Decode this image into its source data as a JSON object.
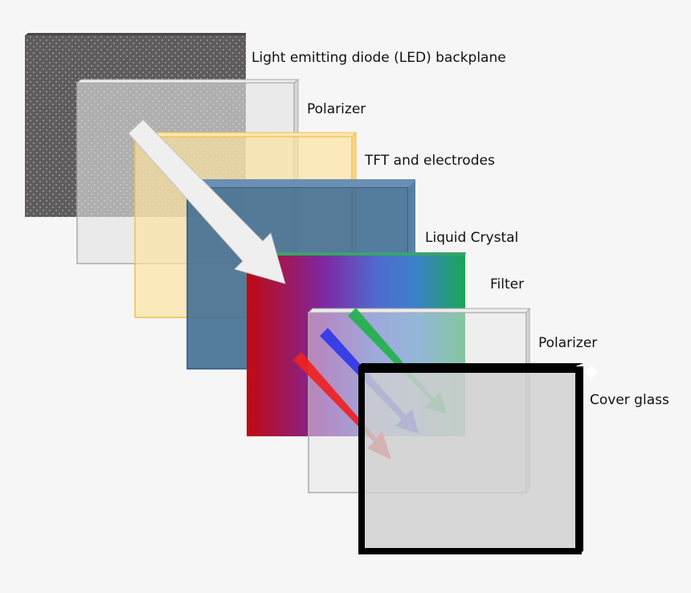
{
  "layers": [
    {
      "id": "led",
      "label": "Light emitting diode (LED) backplane"
    },
    {
      "id": "polarizer-back",
      "label": "Polarizer"
    },
    {
      "id": "tft",
      "label": "TFT and electrodes"
    },
    {
      "id": "liquid-crystal",
      "label": "Liquid Crystal"
    },
    {
      "id": "filter",
      "label": "Filter"
    },
    {
      "id": "polarizer-front",
      "label": "Polarizer"
    },
    {
      "id": "cover-glass",
      "label": "Cover glass"
    }
  ],
  "colors": {
    "background": "#f6f6f6",
    "led": "#6a6868",
    "polarizer": "#e4e4e4",
    "tft": "#fde6a8",
    "tft_border": "#f2c24a",
    "liquid_crystal": "#4f7494",
    "filter_stops": [
      "#c00a10",
      "#7e27a0",
      "#4f6bd1",
      "#3b82c8",
      "#1aa553"
    ],
    "cover_glass": "#cfcfcf",
    "arrow_white": "#eeeeee",
    "arrow_red": "#ee2222",
    "arrow_blue": "#2f37e8",
    "arrow_green": "#22b14c"
  }
}
